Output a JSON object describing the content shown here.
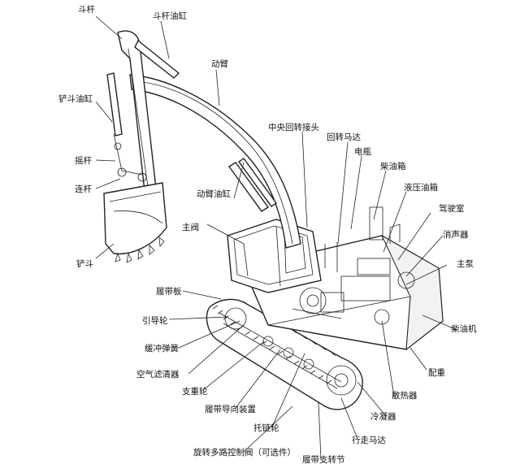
{
  "labels": [
    "斗杆",
    "斗杆油缸",
    "动臂",
    "铲斗油缸",
    "中央回转接头",
    "回转马达",
    "电瓶",
    "柴油箱",
    "摇杆",
    "液压油箱",
    "连杆",
    "动臂油缸",
    "驾驶室",
    "主阀",
    "消声器",
    "铲斗",
    "主泵",
    "履带板",
    "引导轮",
    "柴油机",
    "缓冲弹簧",
    "配重",
    "空气滤清器",
    "支重轮",
    "散热器",
    "履带导向装置",
    "冷凝器",
    "托链轮",
    "行走马达",
    "旋转多路控制阀（可选件）",
    "履带支转节"
  ]
}
